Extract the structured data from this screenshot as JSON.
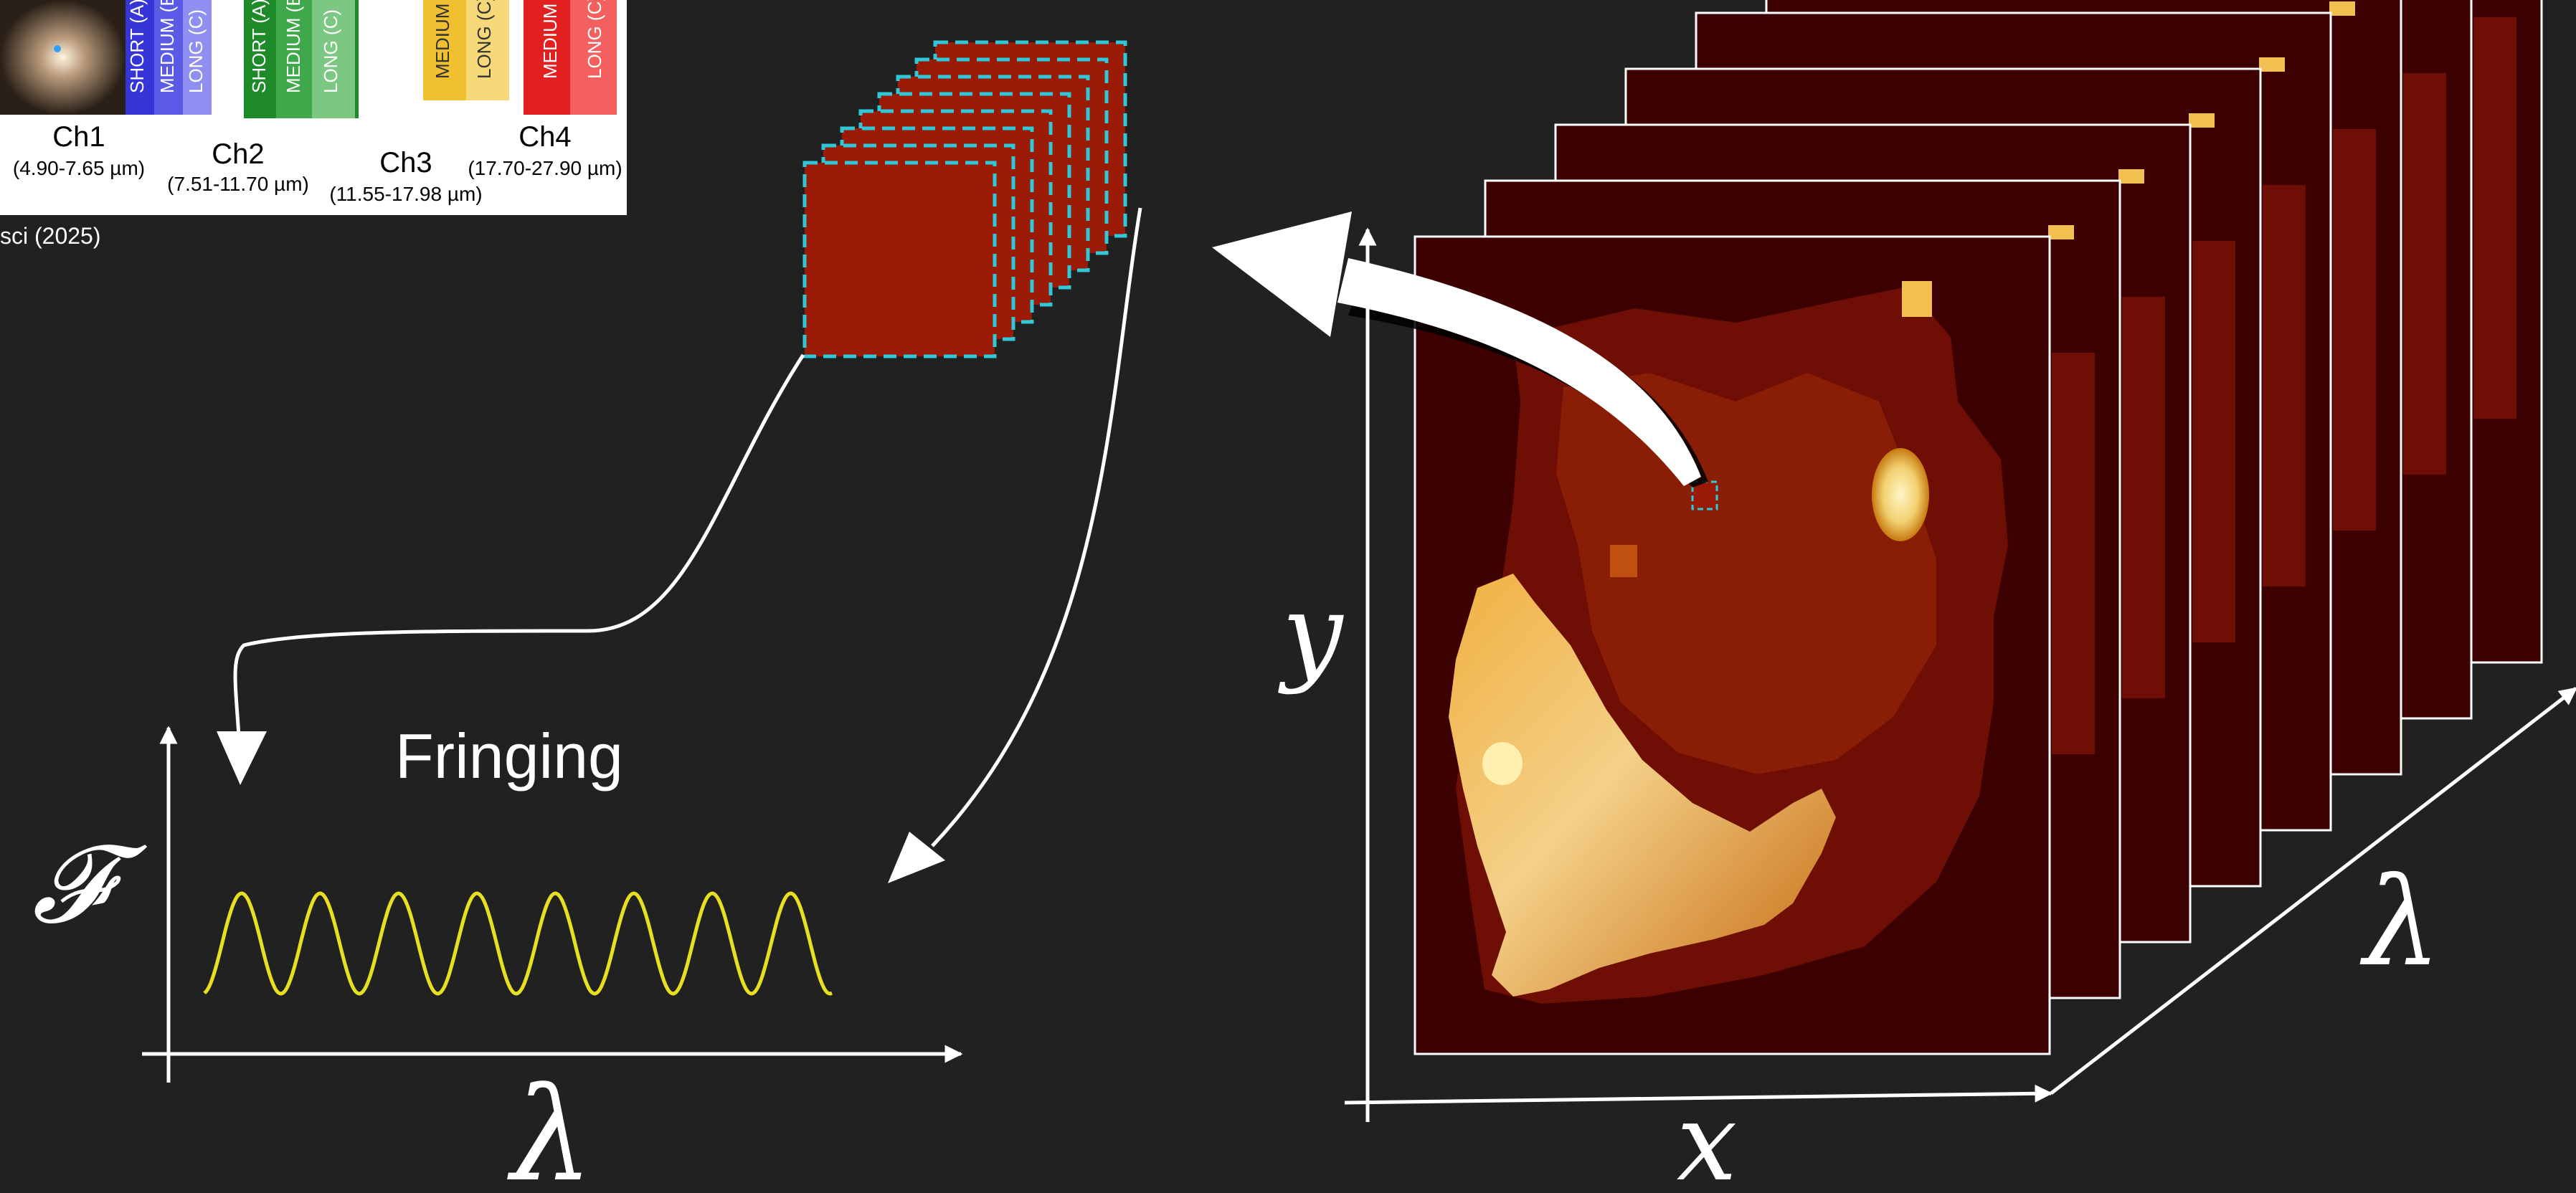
{
  "inset": {
    "channels": [
      {
        "name": "Ch1",
        "range": "(4.90-7.65 µm)",
        "color": "#3b3bd6",
        "bands": [
          "SHORT (A)",
          "MEDIUM (B)",
          "LONG (C)"
        ]
      },
      {
        "name": "Ch2",
        "range": "(7.51-11.70 µm)",
        "color": "#1f8a2a",
        "bands": [
          "SHORT (A)",
          "MEDIUM (B)",
          "LONG (C)"
        ]
      },
      {
        "name": "Ch3",
        "range": "(11.55-17.98 µm)",
        "color": "#e8b21c",
        "bands": [
          "MEDIUM (B)",
          "LONG (C)"
        ]
      },
      {
        "name": "Ch4",
        "range": "(17.70-27.90 µm)",
        "color": "#e32020",
        "bands": [
          "MEDIUM (B)",
          "LONG (C)"
        ]
      }
    ],
    "credit": "sci (2025)"
  },
  "spectrum_panel": {
    "title": "Fringing",
    "y_axis_symbol": "𝓕",
    "x_axis_symbol": "λ",
    "wave_color": "#e6e020",
    "wave_cycles": 8
  },
  "cube_panel": {
    "x_axis_symbol": "x",
    "y_axis_symbol": "y",
    "lambda_axis_symbol": "λ",
    "slice_count": 7,
    "spaxel_color": "#9a1a05",
    "spaxel_outline_color": "#2ec8d8"
  },
  "colors": {
    "background": "#212121",
    "axis": "#ffffff",
    "map_background": "#3d0000"
  }
}
